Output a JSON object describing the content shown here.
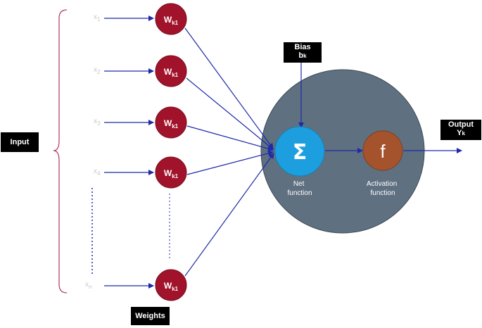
{
  "input_label": "Input",
  "weights_label": "Weights",
  "inputs": [
    {
      "text": "x",
      "sub": "1"
    },
    {
      "text": "x",
      "sub": "2"
    },
    {
      "text": "x",
      "sub": "3"
    },
    {
      "text": "x",
      "sub": "4"
    },
    {
      "text": "x",
      "sub": "n"
    }
  ],
  "weight_nodes": [
    {
      "text": "W",
      "sub": "k1"
    },
    {
      "text": "W",
      "sub": "k1"
    },
    {
      "text": "W",
      "sub": "k1"
    },
    {
      "text": "W",
      "sub": "k1"
    },
    {
      "text": "W",
      "sub": "k1"
    }
  ],
  "bias": {
    "title": "Bias",
    "symbol": "b",
    "sub": "k"
  },
  "output": {
    "title": "Output",
    "symbol": "Y",
    "sub": "k"
  },
  "sum_symbol": "Σ",
  "activation_symbol": "f",
  "net_function_label": [
    "Net",
    "function"
  ],
  "activation_function_label": [
    "Activation",
    "function"
  ],
  "colors": {
    "weight_node": "#a0132a",
    "weight_node_stroke": "#7a0d1f",
    "big_circle": "#5f7080",
    "sum_node": "#1d9fdf",
    "activation_node": "#a4532c",
    "arrow": "#1e2aa8",
    "brace": "#b33660",
    "dotted": "#1e2aa8"
  }
}
